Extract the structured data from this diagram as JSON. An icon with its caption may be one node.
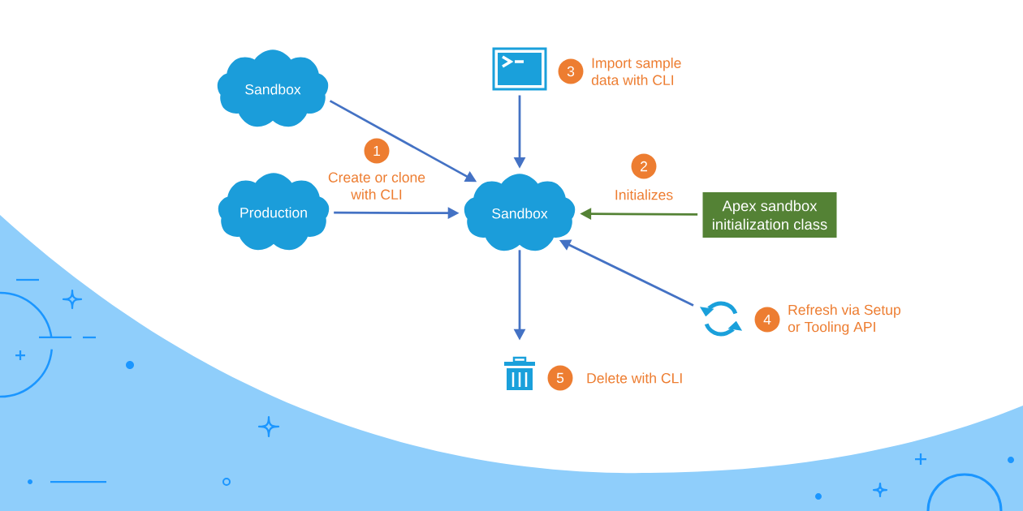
{
  "diagram": {
    "nodes": [
      {
        "text": [
          "Sandbox"
        ]
      },
      {
        "text": [],
        "shape": "picture"
      },
      {
        "text": [
          "3"
        ],
        "beside": [
          "Import sample data with CLI"
        ]
      },
      {
        "text": [
          "1"
        ],
        "beside": [
          "Create or clone with CLI"
        ]
      },
      {
        "text": [
          "2"
        ],
        "beside": [
          "Initializes"
        ]
      },
      {
        "text": [
          "Production"
        ]
      },
      {
        "text": [
          "Sandbox"
        ]
      },
      {
        "text": [
          "Apex sandbox initialization class"
        ]
      },
      {
        "text": [],
        "shape": "picture"
      },
      {
        "text": [
          "4"
        ],
        "beside": [
          "Refresh via Setup or Tooling API"
        ]
      },
      {
        "text": [],
        "shape": "picture"
      },
      {
        "text": [
          "5"
        ],
        "beside": [
          "Delete with CLI"
        ]
      }
    ],
    "edges": [
      {
        "from": 0,
        "to": 6,
        "arrow": "to"
      },
      {
        "from": 5,
        "to": 6,
        "arrow": "to"
      },
      {
        "from": 1,
        "to": 6,
        "arrow": "to"
      },
      {
        "from": 7,
        "to": 6,
        "arrow": "to",
        "color": "#548235"
      },
      {
        "from": 8,
        "to": 6,
        "arrow": "to"
      },
      {
        "from": 6,
        "to": 10,
        "arrow": "to"
      }
    ]
  }
}
